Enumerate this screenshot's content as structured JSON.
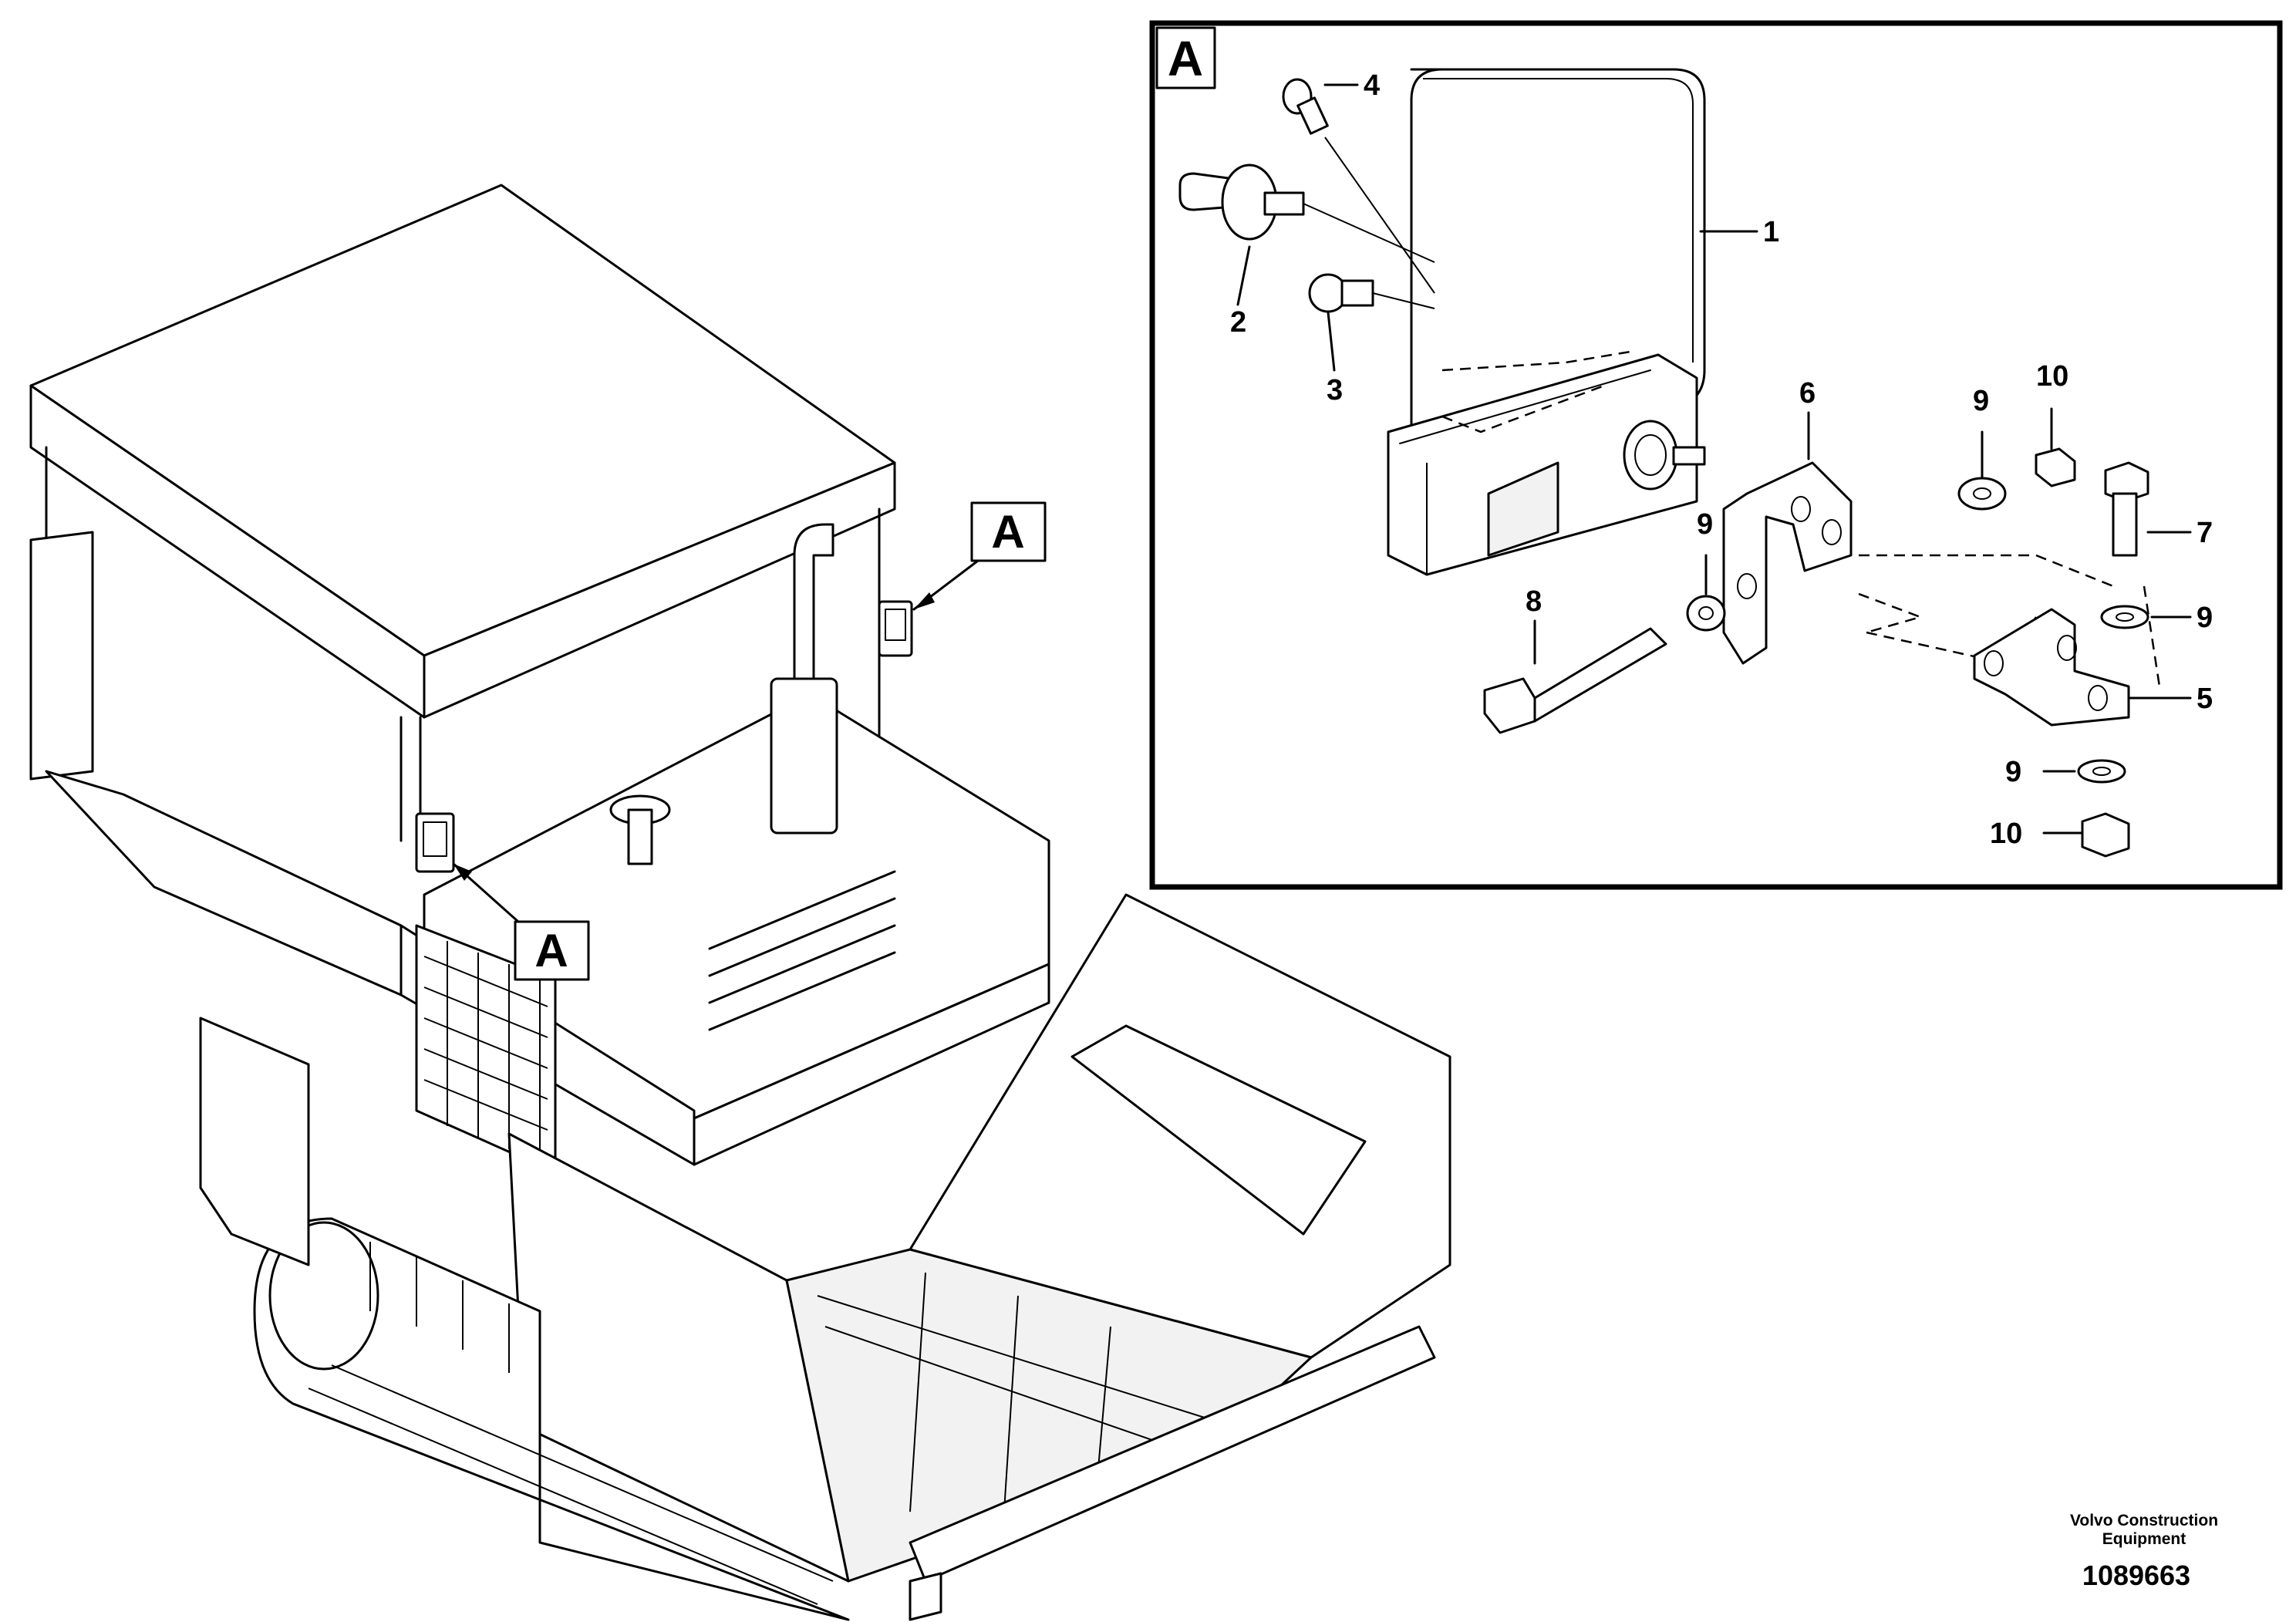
{
  "detail_view": {
    "view_letter": "A",
    "callouts": [
      {
        "id": "1",
        "part": "lamp housing"
      },
      {
        "id": "2",
        "part": "halogen bulb"
      },
      {
        "id": "3",
        "part": "bulb"
      },
      {
        "id": "4",
        "part": "small bulb"
      },
      {
        "id": "5",
        "part": "lower bracket"
      },
      {
        "id": "6",
        "part": "upper bracket"
      },
      {
        "id": "7",
        "part": "bolt"
      },
      {
        "id": "8",
        "part": "long bolt"
      },
      {
        "id": "9",
        "part": "washer"
      },
      {
        "id": "10",
        "part": "nut"
      }
    ],
    "labels": {
      "c1": "1",
      "c2": "2",
      "c3": "3",
      "c4": "4",
      "c5": "5",
      "c6": "6",
      "c7": "7",
      "c8": "8",
      "c9a": "9",
      "c9b": "9",
      "c9c": "9",
      "c9d": "9",
      "c10a": "10",
      "c10b": "10"
    }
  },
  "machine_view": {
    "location_tags": [
      "A",
      "A"
    ]
  },
  "footer": {
    "brand_line1": "Volvo Construction",
    "brand_line2": "Equipment",
    "document_number": "1089663"
  }
}
